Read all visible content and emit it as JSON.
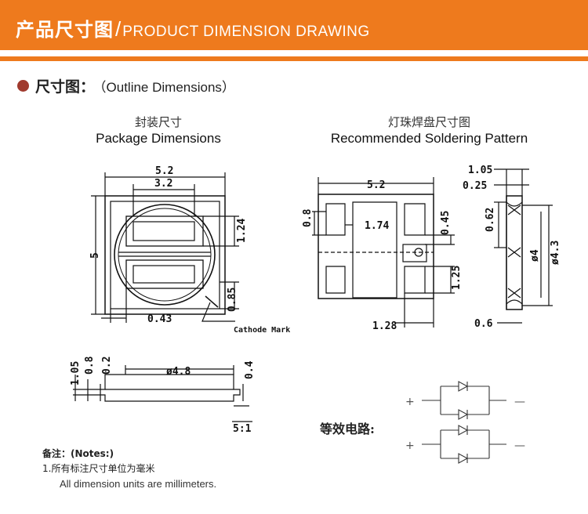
{
  "header": {
    "title_zh": "产品尺寸图",
    "slash": "/",
    "title_en": "PRODUCT DIMENSION DRAWING",
    "accent_color": "#ee7a1d"
  },
  "section": {
    "title_zh": "尺寸图：",
    "title_en": "（Outline Dimensions）",
    "bullet_color": "#a03a2e"
  },
  "package": {
    "caption_zh": "封装尺寸",
    "caption_en": "Package Dimensions",
    "dims": {
      "width": "5.2",
      "inner_width": "3.2",
      "height": "5",
      "pad_height": "1.24",
      "corner": "0.85",
      "offset": "0.43",
      "cathode_mark": "Cathode Mark"
    }
  },
  "side_view": {
    "dims": {
      "total_height": "1.05",
      "body_height": "0.8",
      "lens_height": "0.2",
      "lens_diameter": "ø4.8",
      "step": "0.4",
      "scale": "5:1"
    }
  },
  "soldering": {
    "caption_zh": "灯珠焊盘尺寸图",
    "caption_en": "Recommended Soldering Pattern",
    "dims": {
      "width": "5.2",
      "pad_height": "0.8",
      "gap": "1.74",
      "pad_width": "0.45",
      "pad_spacing": "1.25",
      "pad_length": "1.28"
    }
  },
  "profile_view": {
    "dims": {
      "total": "1.05",
      "top": "0.25",
      "wall": "0.62",
      "inner_diameter": "ø4",
      "outer_diameter": "ø4.3",
      "bottom": "0.6"
    }
  },
  "circuit": {
    "label": "等效电路:",
    "plus": "+",
    "minus": "—"
  },
  "notes": {
    "title": "备注：(Notes:)",
    "line1": "1.所有标注尺寸单位为毫米",
    "line2": "All dimension units are millimeters."
  }
}
